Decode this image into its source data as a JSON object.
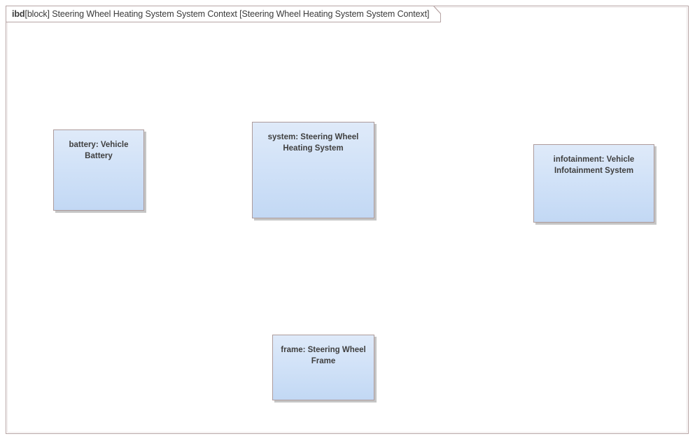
{
  "diagram": {
    "header": {
      "kind": "ibd",
      "stereotype": "[block] ",
      "name": "Steering Wheel Heating System System Context",
      "qualified": " [Steering Wheel Heating System System Context]"
    },
    "parts": [
      {
        "id": "battery",
        "role": "battery",
        "type": "Vehicle Battery",
        "label": "battery: Vehicle\nBattery"
      },
      {
        "id": "system",
        "role": "system",
        "type": "Steering Wheel Heating System",
        "label": "system: Steering Wheel\nHeating System"
      },
      {
        "id": "infotainment",
        "role": "infotainment",
        "type": "Vehicle Infotainment System",
        "label": "infotainment: Vehicle\nInfotainment System"
      },
      {
        "id": "frame",
        "role": "frame",
        "type": "Steering Wheel Frame",
        "label": "frame: Steering Wheel\nFrame"
      }
    ],
    "colors": {
      "frame_border": "#b6a4a4",
      "part_border": "#ad9b9b",
      "part_fill_top": "#dfeaf9",
      "part_fill_bottom": "#c2d8f4",
      "text": "#3f3f3f",
      "canvas": "#ffffff"
    }
  }
}
